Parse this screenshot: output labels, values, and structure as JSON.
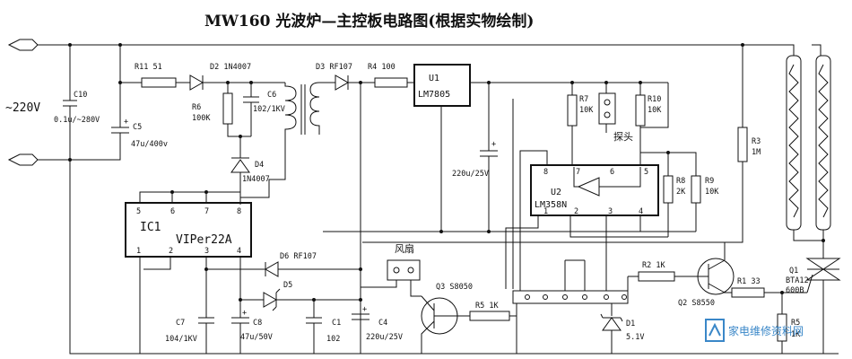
{
  "title": "MW160 光波炉—主控板电路图(根据实物绘制)",
  "mains": "~220V",
  "components": {
    "c10": [
      "C10",
      "0.1u/~280V"
    ],
    "c5": [
      "C5",
      "47u/400v"
    ],
    "r11": "R11 51",
    "d2": "D2 1N4007",
    "r6": [
      "R6",
      "100K"
    ],
    "c6": [
      "C6",
      "102/1KV"
    ],
    "d4": [
      "D4",
      "1N4007"
    ],
    "d3": "D3 RF107",
    "r4": "R4 100",
    "u1": [
      "U1",
      "LM7805"
    ],
    "c_220u": "220u/25V",
    "r7": [
      "R7",
      "10K"
    ],
    "r10": [
      "R10",
      "10K"
    ],
    "probe": "探头",
    "u2": [
      "U2",
      "LM358N"
    ],
    "r8": [
      "R8",
      "2K"
    ],
    "r9": [
      "R9",
      "10K"
    ],
    "r3": [
      "R3",
      "1M"
    ],
    "ic1": [
      "IC1",
      "VIPer22A"
    ],
    "d6": "D6 RF107",
    "d5": "D5",
    "fan": "风扇",
    "c7": [
      "C7",
      "104/1KV"
    ],
    "c8": [
      "C8",
      "47u/50V"
    ],
    "c1": [
      "C1",
      "102"
    ],
    "c4": [
      "C4",
      "220u/25V"
    ],
    "q3": "Q3 S8050",
    "r5_1k": "R5 1K",
    "r2": "R2 1K",
    "q2": "Q2 S8550",
    "r1": "R1 33",
    "d1": [
      "D1",
      "5.1V"
    ],
    "q1": [
      "Q1",
      "BTA12",
      "600B"
    ],
    "r5": [
      "R5",
      "1K"
    ]
  },
  "ic1_pins": [
    "5",
    "6",
    "7",
    "8",
    "1",
    "2",
    "3",
    "4"
  ],
  "u2_pins": [
    "8",
    "7",
    "6",
    "5",
    "1",
    "2",
    "3",
    "4"
  ],
  "watermark": "家电维修资料网"
}
